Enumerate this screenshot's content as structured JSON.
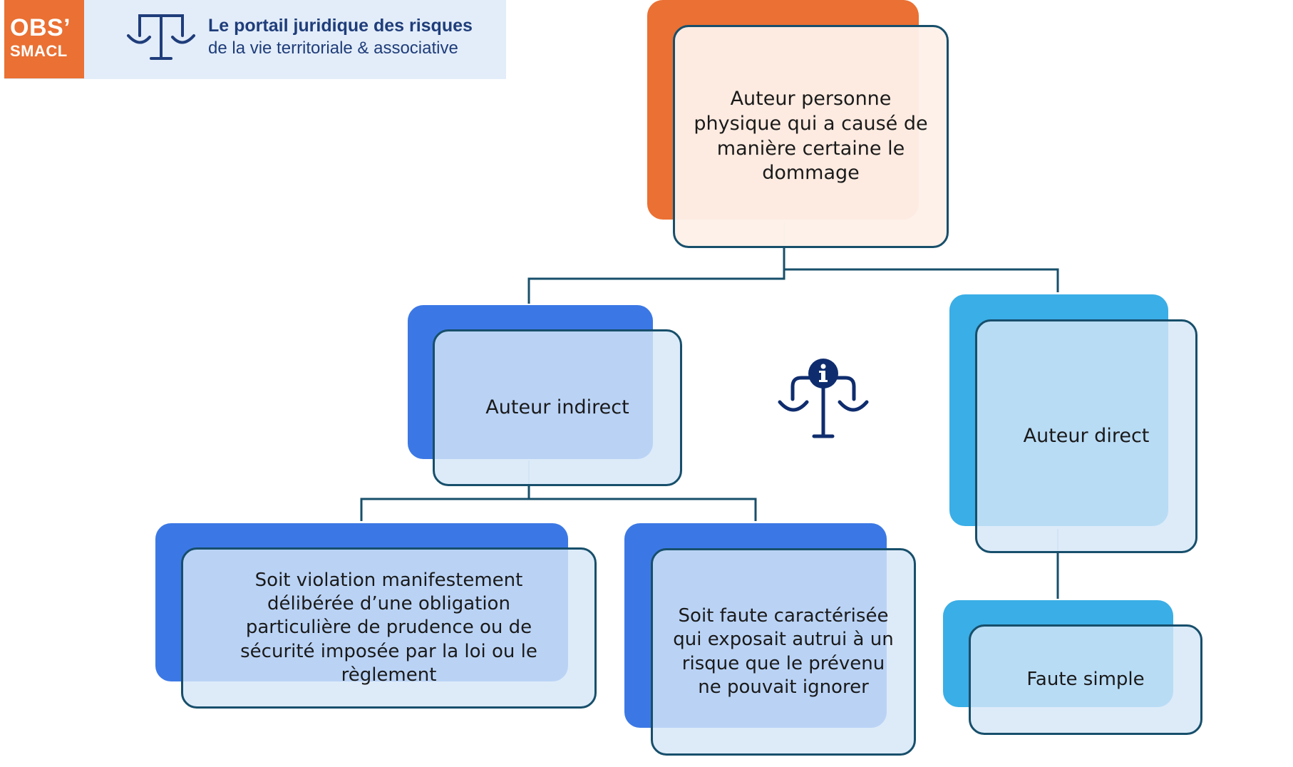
{
  "header": {
    "logo_line1": "OBS’",
    "logo_line2": "SMACL",
    "tagline_line1": "Le portail juridique des risques",
    "tagline_line2": "de la vie territoriale & associative",
    "colors": {
      "brand_orange": "#ea7033",
      "navy": "#1f3d7a",
      "header_bg": "#e3edf9"
    },
    "icon": "scales-of-justice-icon"
  },
  "diagram": {
    "root": "Auteur personne physique qui a causé de manière certaine le dommage",
    "branches": {
      "indirect": {
        "label": "Auteur indirect",
        "children": [
          "Soit violation manifestement délibérée d’une obligation particulière de prudence ou de sécurité imposée par la loi ou le règlement",
          "Soit faute caractérisée qui exposait autrui à un risque que le prévenu ne pouvait ignorer"
        ]
      },
      "direct": {
        "label": "Auteur direct",
        "children": [
          "Faute simple"
        ]
      }
    },
    "center_icon": "scales-info-icon",
    "colors": {
      "root": "#ea7033",
      "indirect": "#3c78e5",
      "direct": "#3aaee6",
      "border": "#174f6b",
      "connector": "#174f6b"
    }
  }
}
